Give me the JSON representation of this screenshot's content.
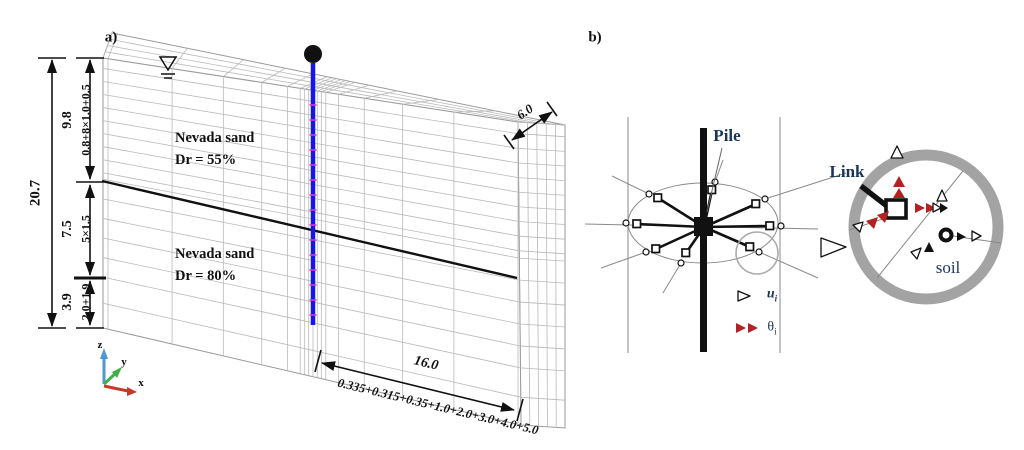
{
  "panel_a": {
    "label": "a)",
    "layers": [
      {
        "line1": "Nevada sand",
        "line2": "Dr = 55%"
      },
      {
        "line1": "Nevada sand",
        "line2": "Dr = 80%"
      }
    ],
    "dims": {
      "total": "20.7",
      "h1": "9.8",
      "h1_breakdown": "0.8+8×1.0+0.5",
      "h2": "7.5",
      "h2_breakdown": "5×1.5",
      "h3": "3.9",
      "h3_breakdown": "2.0+1.9",
      "width": "16.0",
      "width_breakdown": "0.335+0.315+0.35+1.0+2.0+3.0+4.0+5.0",
      "depth": "6.0"
    },
    "axes": {
      "x": "x",
      "y": "y",
      "z": "z"
    },
    "mesh": {
      "layer_thicknesses": [
        0.8,
        1,
        1,
        1,
        1,
        1,
        1,
        1,
        1,
        0.5,
        1.5,
        1.5,
        1.5,
        1.5,
        1.5,
        2.0,
        1.9
      ],
      "x_spacings": [
        0.335,
        0.315,
        0.35,
        1.0,
        2.0,
        3.0,
        4.0,
        5.0
      ],
      "total_depth": 20.7,
      "total_width": 16.0
    }
  },
  "panel_b": {
    "label": "b)",
    "pile_label": "Pile",
    "link_label": "Link",
    "soil_label": "soil",
    "legend": {
      "u": "u",
      "u_sub": "i",
      "theta": "θ",
      "theta_sub": "i"
    }
  },
  "colors": {
    "pile_blue": "#1616e8",
    "pile_tick_magenta": "#cf3fcf",
    "marker_red": "#b22222",
    "label_navy": "#1c3557",
    "soil_ring_gray": "#a3a3a3",
    "axis_x_red": "#c23b2a",
    "axis_y_green": "#3faf46",
    "axis_z_blue": "#4f97d0"
  }
}
